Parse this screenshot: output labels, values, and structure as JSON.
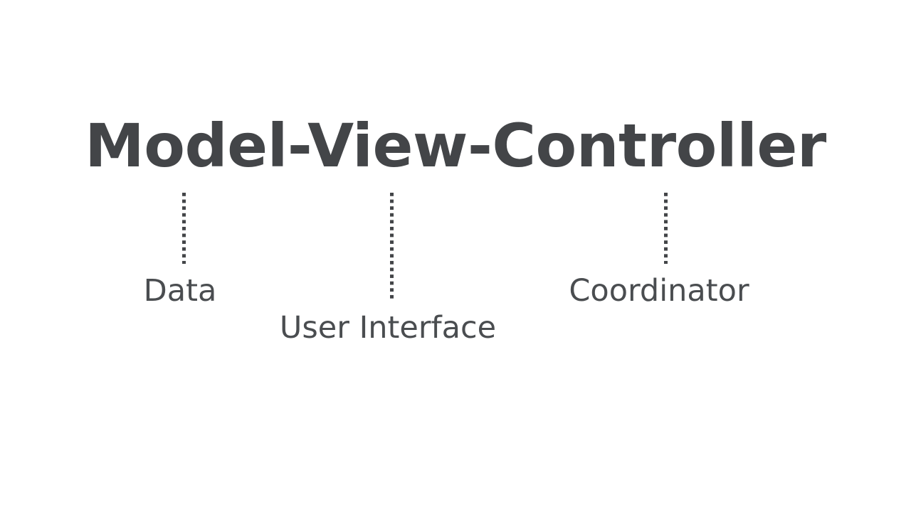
{
  "slide": {
    "background_color": "#ffffff",
    "title": {
      "text": "Model-View-Controller",
      "color": "#434548"
    },
    "parts": [
      {
        "term": "Model",
        "label": "Data",
        "connector": "dotted-leader-line",
        "color": "#4a4d50"
      },
      {
        "term": "View",
        "label": "User Interface",
        "connector": "dotted-leader-line",
        "color": "#4a4d50"
      },
      {
        "term": "Controller",
        "label": "Coordinator",
        "connector": "dotted-leader-line",
        "color": "#4a4d50"
      }
    ]
  }
}
